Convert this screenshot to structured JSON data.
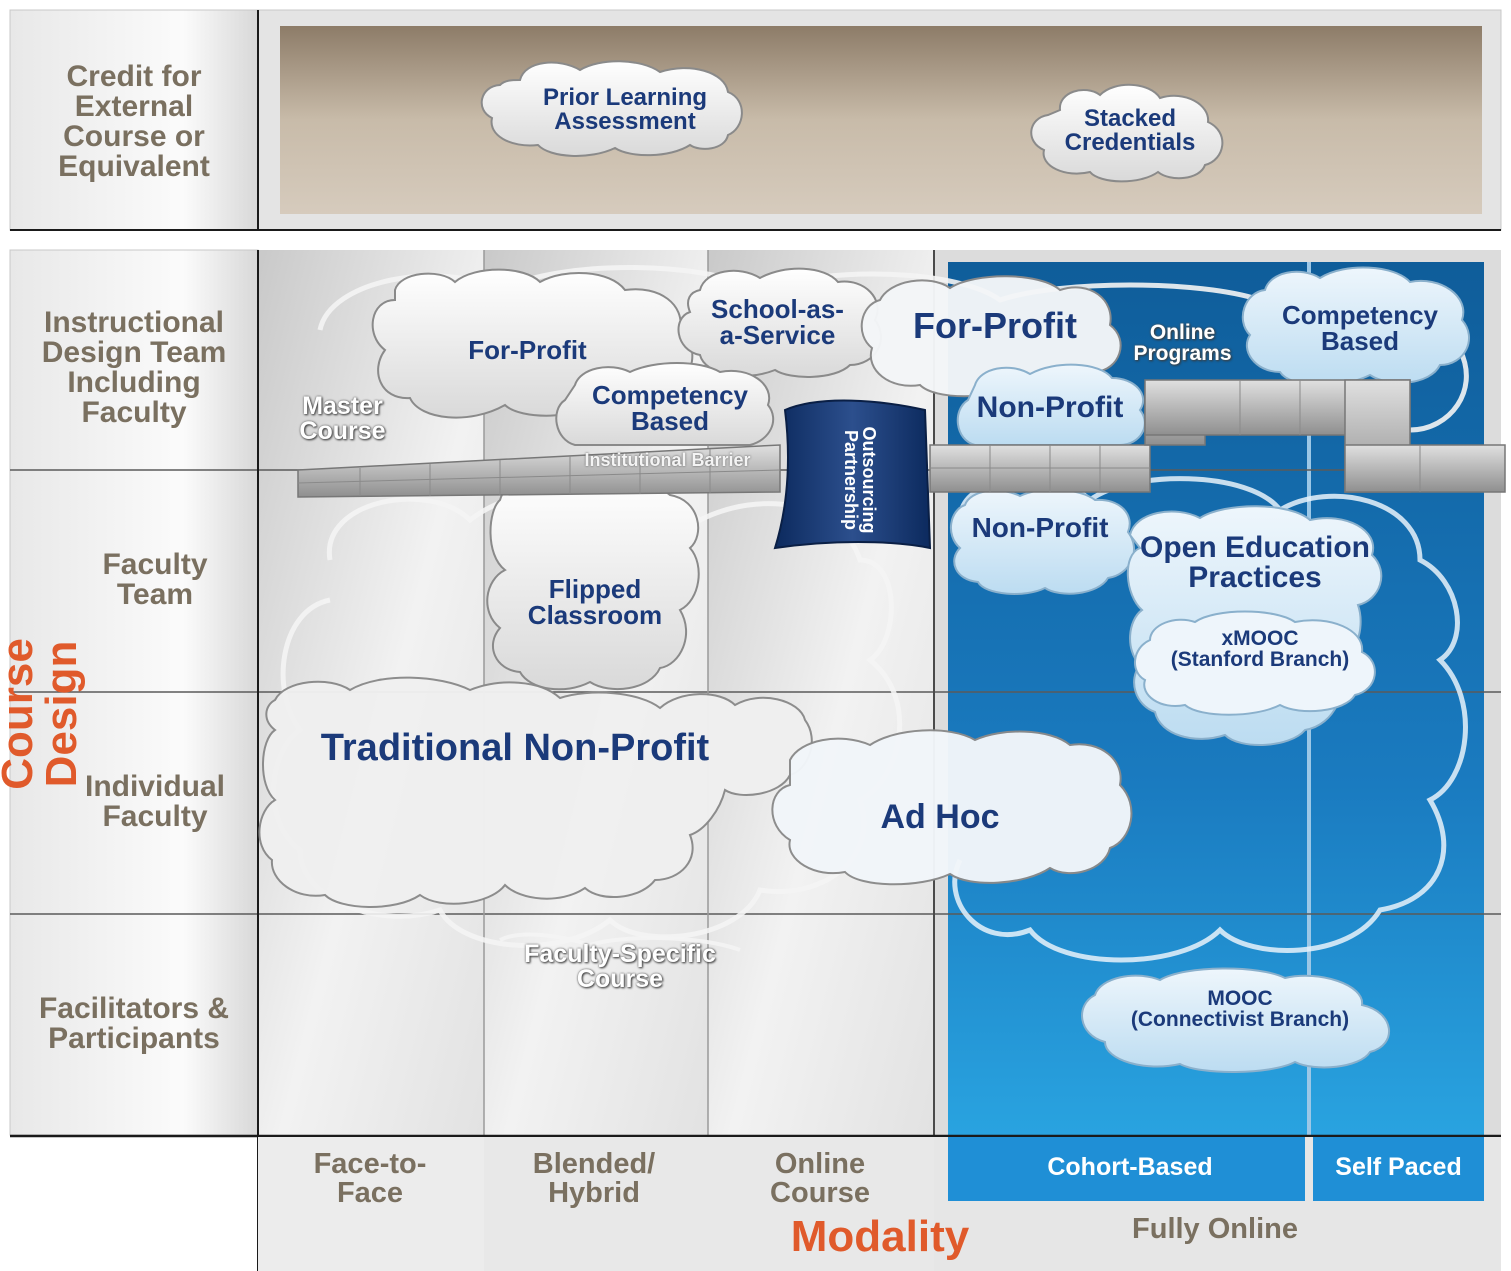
{
  "rows": {
    "credit": "Credit for\nExternal\nCourse or\nEquivalent",
    "instructional_team": "Instructional\nDesign Team\nIncluding\nFaculty",
    "faculty_team": "Faculty\nTeam",
    "individual_faculty": "Individual\nFaculty",
    "facilitators": "Facilitators &\nParticipants"
  },
  "y_axis_title": "Course Design",
  "columns": {
    "face_to_face": "Face-to-\nFace",
    "blended": "Blended/\nHybrid",
    "online_course": "Online\nCourse",
    "cohort": "Cohort-Based",
    "self_paced": "Self Paced",
    "fully_online": "Fully Online"
  },
  "x_axis_title": "Modality",
  "labels": {
    "prior_learning": "Prior Learning\nAssessment",
    "stacked": "Stacked\nCredentials",
    "for_profit_small": "For-Profit",
    "school_service": "School-as-\na-Service",
    "for_profit_big": "For-Profit",
    "online_programs": "Online\nPrograms",
    "competency_right": "Competency\nBased",
    "master_course": "Master\nCourse",
    "competency_mid": "Competency\nBased",
    "non_profit_upper": "Non-Profit",
    "institutional_barrier": "Institutional Barrier",
    "outsourcing": "Outsourcing\nPartnership",
    "non_profit_lower": "Non-Profit",
    "open_education": "Open Education\nPractices",
    "xmooc": "xMOOC\n(Stanford Branch)",
    "flipped": "Flipped\nClassroom",
    "traditional": "Traditional Non-Profit",
    "ad_hoc": "Ad Hoc",
    "faculty_specific": "Faculty-Specific\nCourse",
    "mooc": "MOOC\n(Connectivist Branch)"
  },
  "colors": {
    "accent_orange": "#e05a2b",
    "label_gray": "#7a7060",
    "cloud_text": "#1b3a7a",
    "online_blue": "#1e86c6"
  }
}
